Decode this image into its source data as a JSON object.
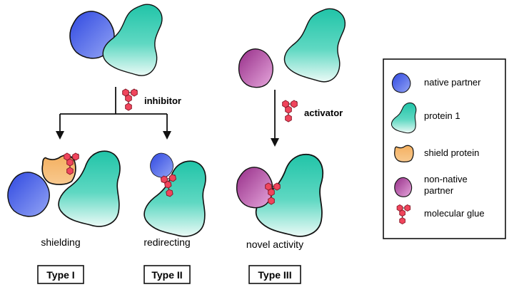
{
  "arrows": {
    "left_label": "inhibitor",
    "right_label": "activator"
  },
  "outcomes": {
    "type1": {
      "description": "shielding",
      "badge": "Type I"
    },
    "type2": {
      "description": "redirecting",
      "badge": "Type II"
    },
    "type3": {
      "description": "novel activity",
      "badge": "Type III"
    }
  },
  "legend": {
    "items": [
      {
        "icon": "native-partner-icon",
        "label": "native partner"
      },
      {
        "icon": "protein-1-icon",
        "label": "protein 1"
      },
      {
        "icon": "shield-protein-icon",
        "label": "shield protein"
      },
      {
        "icon": "non-native-partner-icon",
        "label_lines": [
          "non-native",
          "partner"
        ]
      },
      {
        "icon": "molecular-glue-icon",
        "label": "molecular glue"
      }
    ]
  },
  "colors": {
    "native_partner": "#4a62e8",
    "protein_1": "#2dcbb0",
    "shield_protein": "#f3a94a",
    "non_native_partner": "#b0479f",
    "molecular_glue": "#f0455c",
    "outline": "#111111"
  }
}
